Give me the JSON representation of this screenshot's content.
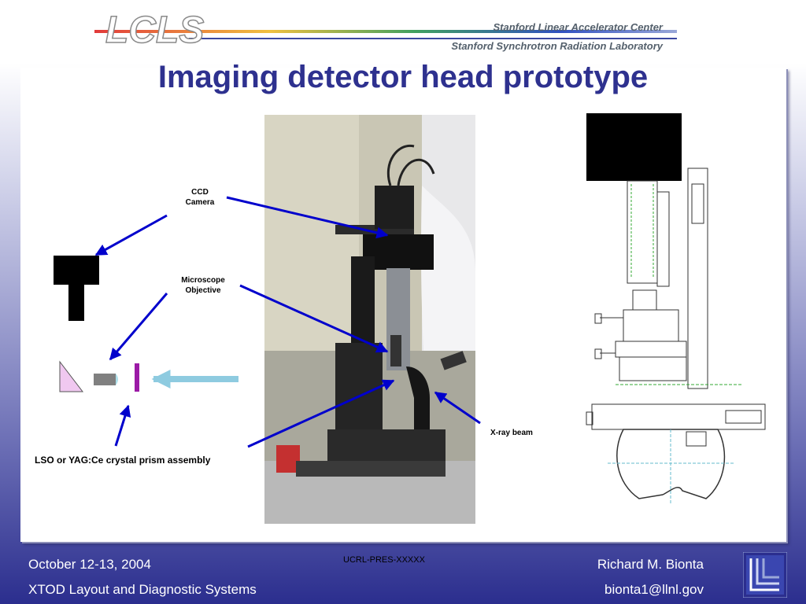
{
  "header": {
    "logo_text": "LCLS",
    "institution_1": "Stanford Linear Accelerator Center",
    "institution_2": "Stanford Synchrotron Radiation Laboratory"
  },
  "slide": {
    "title": "Imaging detector head prototype",
    "labels": {
      "ccd": [
        "CCD",
        "Camera"
      ],
      "objective": [
        "Microscope",
        "Objective"
      ],
      "xray": "X-ray beam",
      "crystal": "LSO or YAG:Ce crystal prism assembly"
    }
  },
  "footer": {
    "date": "October 12-13, 2004",
    "event": "XTOD Layout and Diagnostic Systems",
    "doc_id": "UCRL-PRES-XXXXX",
    "author": "Richard M. Bionta",
    "email": "bionta1@llnl.gov"
  },
  "colors": {
    "title": "#2e318f",
    "arrows": "#0000cc",
    "prism": "#f0c8f0",
    "crystal_bar": "#9b1aa6",
    "beam_arrow": "#8ecbe0"
  },
  "icons": [
    "lcls-logo",
    "llnl-logo"
  ]
}
